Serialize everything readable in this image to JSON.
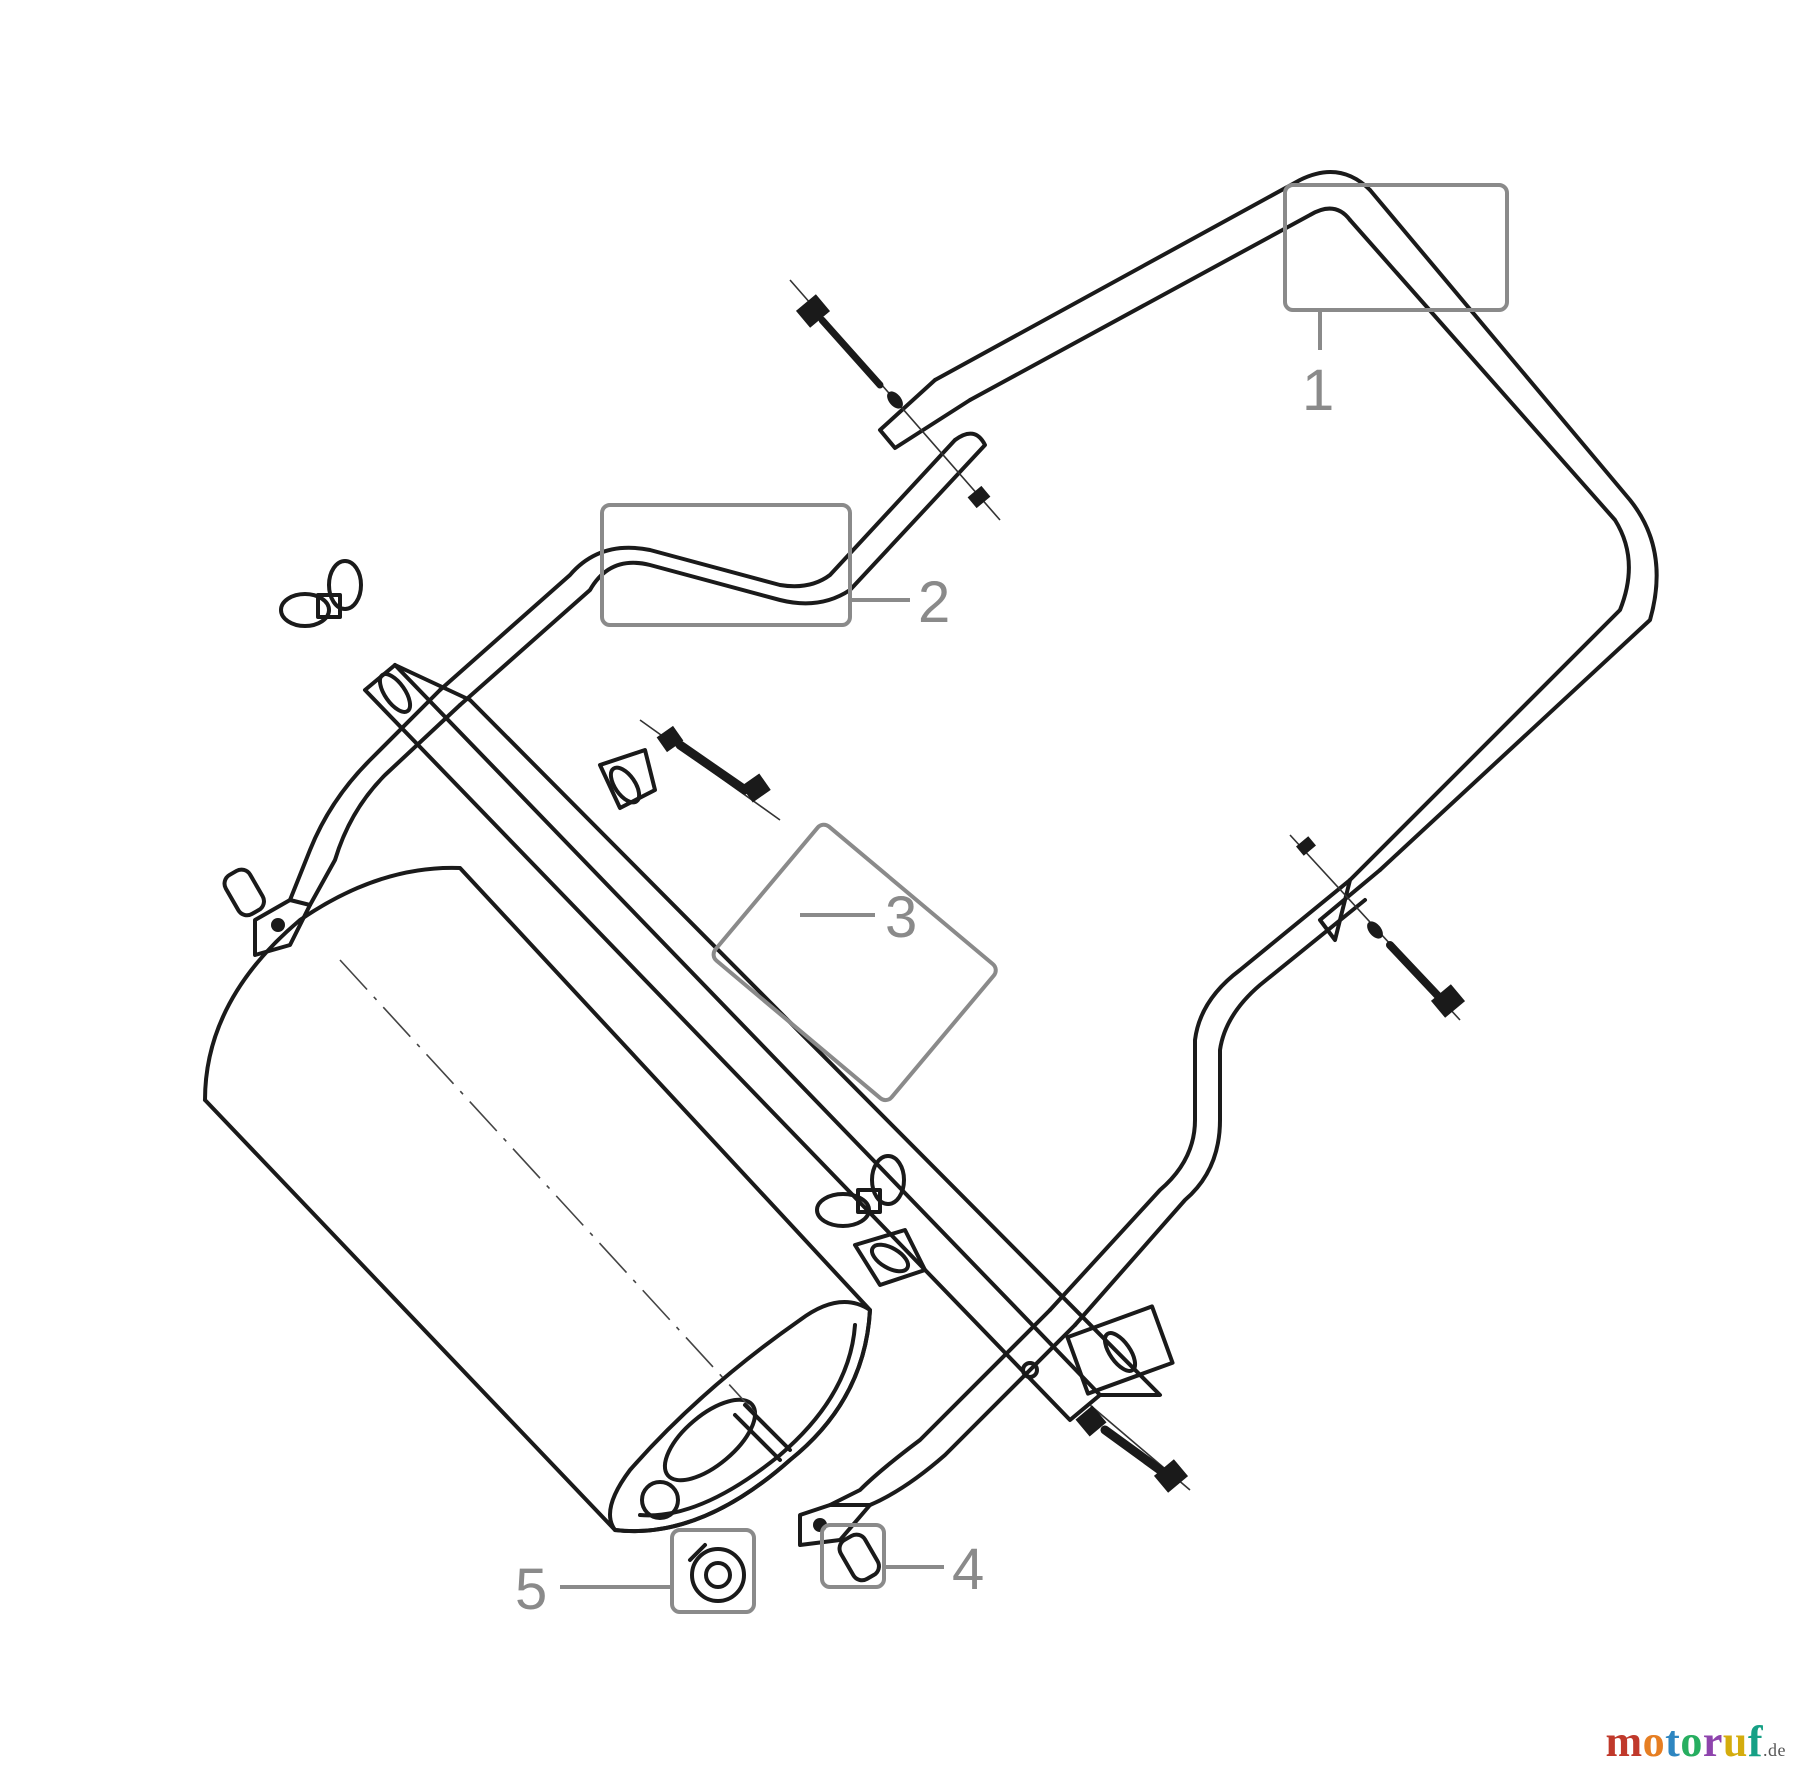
{
  "callouts": [
    {
      "number": "1",
      "part": "handle-upper"
    },
    {
      "number": "2",
      "part": "handle-lower"
    },
    {
      "number": "3",
      "part": "crossbar"
    },
    {
      "number": "4",
      "part": "axle-pin"
    },
    {
      "number": "5",
      "part": "drain-plug"
    }
  ],
  "watermark": {
    "letters": [
      "m",
      "o",
      "t",
      "o",
      "r",
      "u",
      "f"
    ],
    "colors": [
      "#c0392b",
      "#e67e22",
      "#2e86c1",
      "#27ae60",
      "#8e44ad",
      "#d4ac0d",
      "#16a085"
    ],
    "suffix": ".de"
  },
  "colors": {
    "callout": "#8a8a8a",
    "line": "#1a1a1a"
  }
}
